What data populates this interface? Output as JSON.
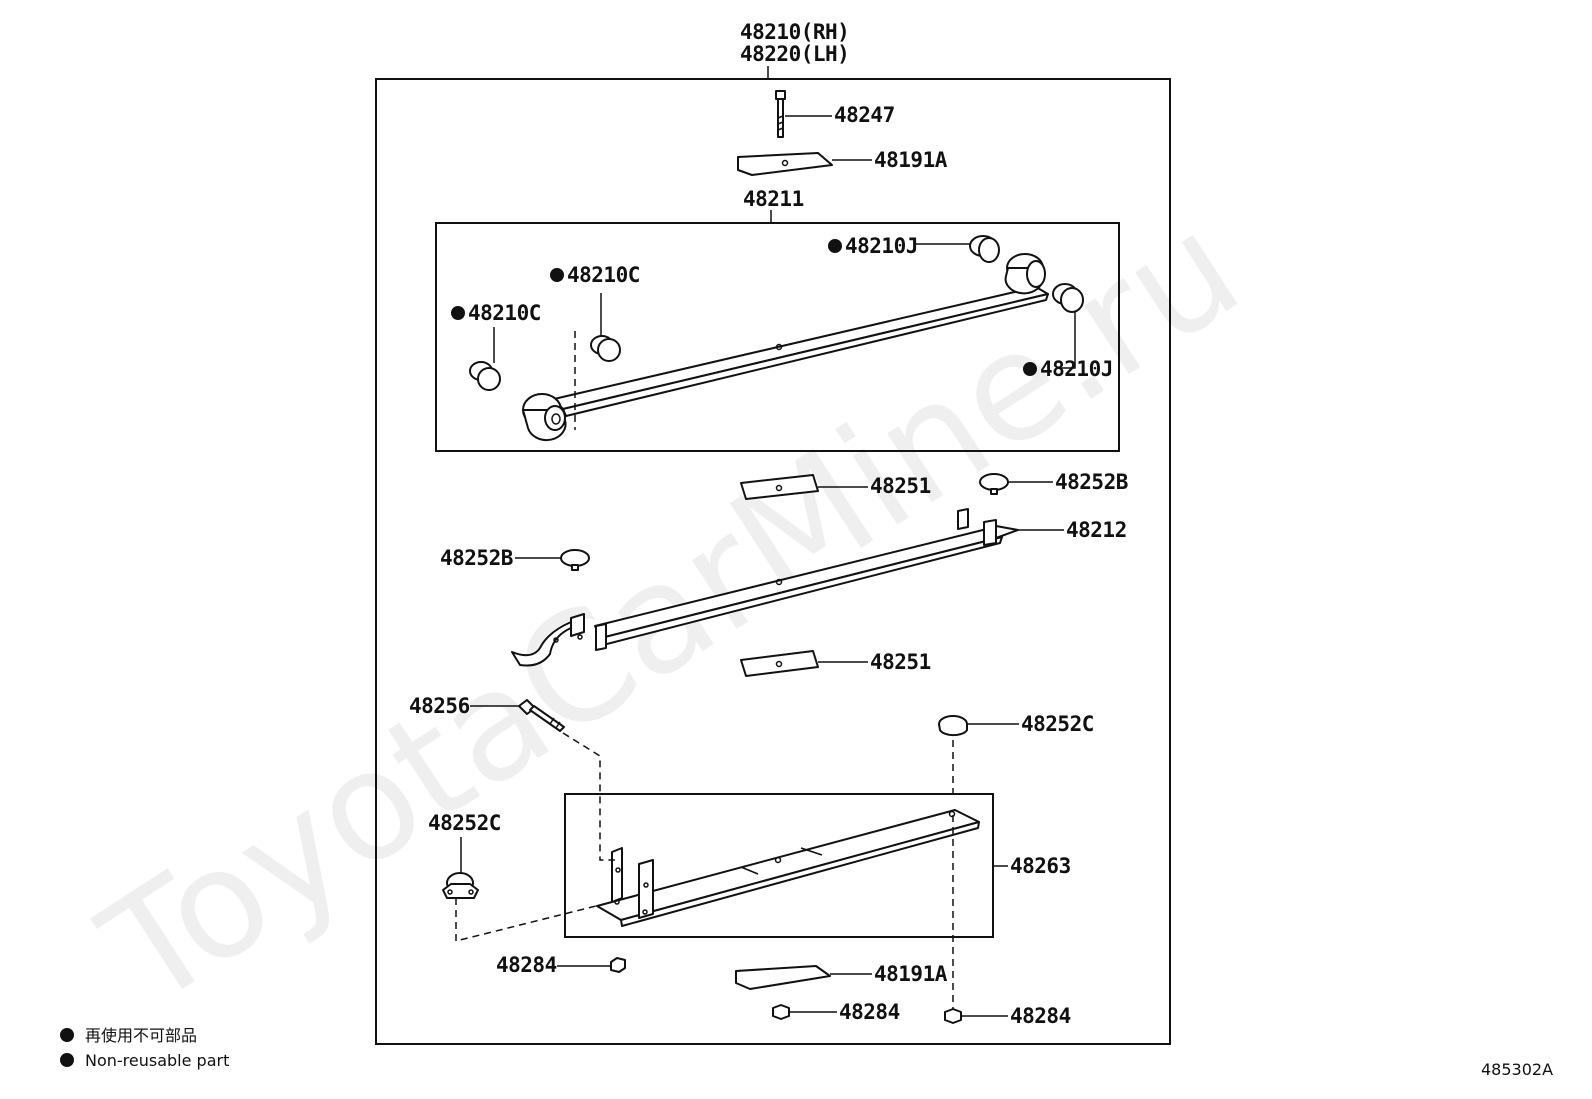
{
  "watermark": "ToyotaCarMine.ru",
  "assembly": {
    "label_rh": "48210(RH)",
    "label_lh": "48220(LH)"
  },
  "parts": {
    "p48247": "48247",
    "p48191a_top": "48191A",
    "p48211": "48211",
    "p48210j_top": "48210J",
    "p48210c_mid": "48210C",
    "p48210c_left": "48210C",
    "p48210j_right": "48210J",
    "p48251_top": "48251",
    "p48252b_right": "48252B",
    "p48212": "48212",
    "p48252b_left": "48252B",
    "p48251_bottom": "48251",
    "p48256": "48256",
    "p48252c_right": "48252C",
    "p48252c_left": "48252C",
    "p48263": "48263",
    "p48284_left": "48284",
    "p48191a_bottom": "48191A",
    "p48284_mid": "48284",
    "p48284_right": "48284"
  },
  "legend": {
    "japanese": "再使用不可部品",
    "english": "Non-reusable part"
  },
  "diagram_code": "485302A"
}
